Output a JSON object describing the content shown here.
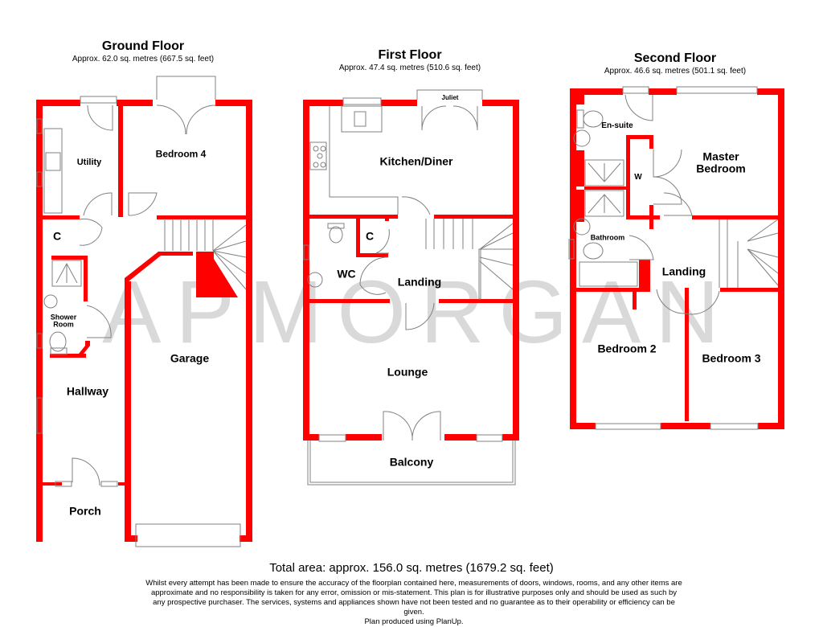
{
  "colors": {
    "wall": "#ff0000",
    "fixture_line": "#808080",
    "watermark": "#d3d3d3",
    "text": "#000000"
  },
  "watermark": "APMORGAN",
  "floors": [
    {
      "name": "Ground Floor",
      "area": "Approx. 62.0 sq. metres (667.5 sq. feet)",
      "rooms": [
        {
          "label": "Utility"
        },
        {
          "label": "Bedroom 4"
        },
        {
          "label": "C"
        },
        {
          "label": "Shower Room"
        },
        {
          "label": "Garage"
        },
        {
          "label": "Hallway"
        },
        {
          "label": "Porch"
        }
      ]
    },
    {
      "name": "First Floor",
      "area": "Approx. 47.4 sq. metres (510.6 sq. feet)",
      "rooms": [
        {
          "label": "Juliet"
        },
        {
          "label": "Kitchen/Diner"
        },
        {
          "label": "C"
        },
        {
          "label": "WC"
        },
        {
          "label": "Landing"
        },
        {
          "label": "Lounge"
        },
        {
          "label": "Balcony"
        }
      ]
    },
    {
      "name": "Second Floor",
      "area": "Approx. 46.6 sq. metres (501.1 sq. feet)",
      "rooms": [
        {
          "label": "En-suite"
        },
        {
          "label": "Master Bedroom"
        },
        {
          "label": "W"
        },
        {
          "label": "Bathroom"
        },
        {
          "label": "Landing"
        },
        {
          "label": "Bedroom 2"
        },
        {
          "label": "Bedroom 3"
        }
      ]
    }
  ],
  "footer": {
    "total_area": "Total area: approx. 156.0 sq. metres (1679.2 sq. feet)",
    "disclaimer": "Whilst every attempt has been made to ensure the accuracy of the floorplan contained here, measurements of doors, windows, rooms, and any other items are approximate and no responsibility is taken for any error, omission or mis-statement. This plan is for illustrative purposes only and should be used as such by any prospective purchaser. The services, systems and appliances shown have not been tested and no guarantee as to their operability or efficiency can be given.",
    "produced_by": "Plan produced using PlanUp."
  }
}
